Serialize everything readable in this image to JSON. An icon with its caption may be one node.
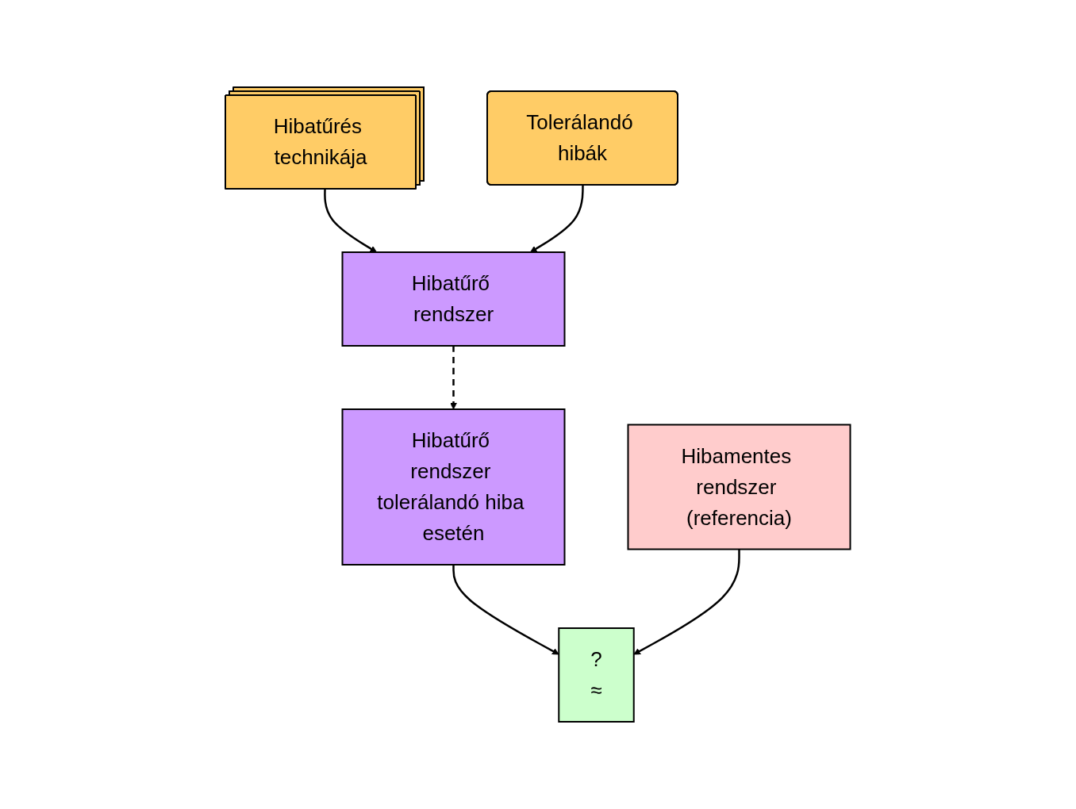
{
  "diagram": {
    "nodes": [
      {
        "text": [
          "Hibatűrés technikája"
        ]
      },
      {
        "text": [
          "Hibatűrő rendszer"
        ]
      },
      {
        "text": [
          "Tolerálandó hibák"
        ]
      },
      {
        "text": [
          "Hibatűrő rendszer tolerálandó hiba esetén"
        ]
      },
      {
        "text": [
          "Hibamentes rendszer (referencia)"
        ]
      },
      {
        "text": [
          "?",
          "≈"
        ]
      }
    ],
    "edges": [
      {
        "from": 0,
        "to": 1,
        "arrow": "to"
      },
      {
        "from": 2,
        "to": 1,
        "arrow": "to"
      },
      {
        "from": 1,
        "to": 3,
        "arrow": "to",
        "style": "dashed"
      },
      {
        "from": 3,
        "to": 5,
        "arrow": "to"
      },
      {
        "from": 4,
        "to": 5,
        "arrow": "to"
      }
    ]
  }
}
